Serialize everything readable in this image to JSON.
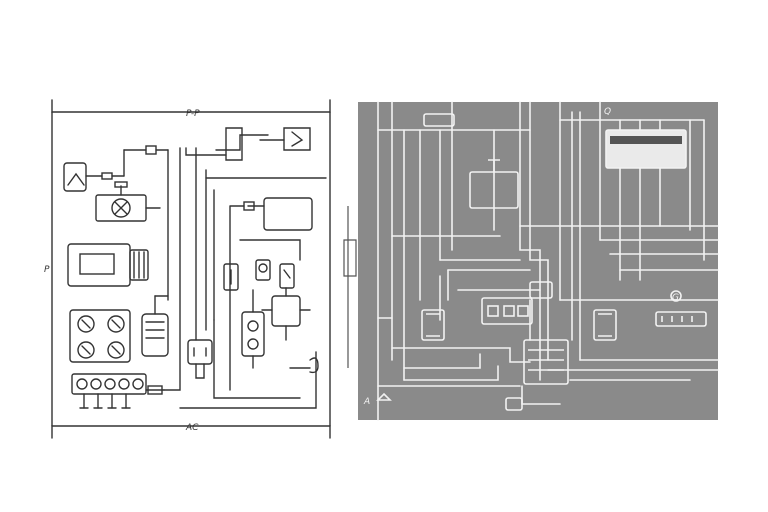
{
  "left_panel": {
    "top_label": "P-P",
    "bottom_label": "AC",
    "side_label": "P"
  },
  "right_panel": {
    "top_left_label": "",
    "top_right_label": "Q",
    "small_label": "G",
    "corner_label": "A"
  },
  "colors": {
    "background": "#ffffff",
    "line_dark": "#333333",
    "panel_gray": "#8a8a8a",
    "panel_line": "#f2f2f2"
  }
}
